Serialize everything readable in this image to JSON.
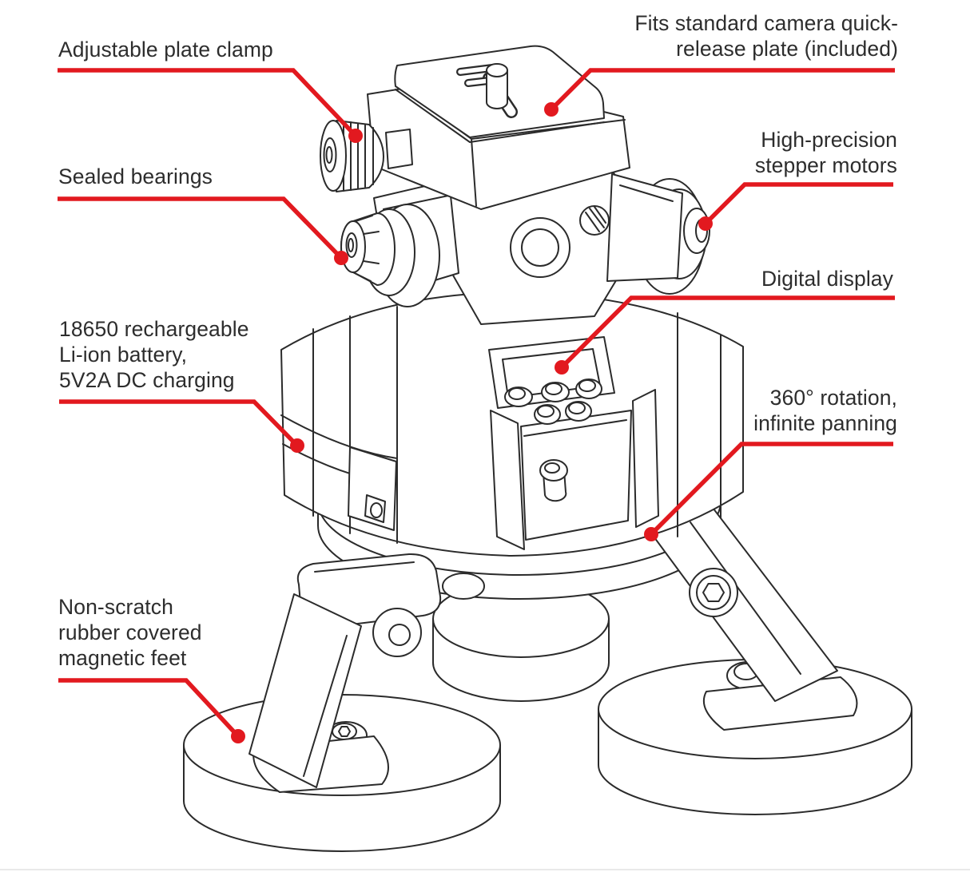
{
  "colors": {
    "background": "#ffffff",
    "callout_red": "#e2191f",
    "line_art": "#2b2b2b",
    "label_text": "#2d2d2d",
    "bottom_rule": "#e9e9e9"
  },
  "callouts": {
    "plate_clamp": {
      "lines": [
        "Adjustable plate clamp"
      ]
    },
    "quick_release": {
      "lines": [
        "Fits standard camera quick-",
        "release plate (included)"
      ]
    },
    "sealed_bearings": {
      "lines": [
        "Sealed bearings"
      ]
    },
    "stepper_motors": {
      "lines": [
        "High-precision",
        "stepper motors"
      ]
    },
    "battery": {
      "lines": [
        "18650 rechargeable",
        "Li-ion battery,",
        "5V2A DC charging"
      ]
    },
    "digital_display": {
      "lines": [
        "Digital display"
      ]
    },
    "rotation": {
      "lines": [
        "360° rotation,",
        "infinite panning"
      ]
    },
    "feet": {
      "lines": [
        "Non-scratch",
        "rubber covered",
        "magnetic feet"
      ]
    }
  }
}
